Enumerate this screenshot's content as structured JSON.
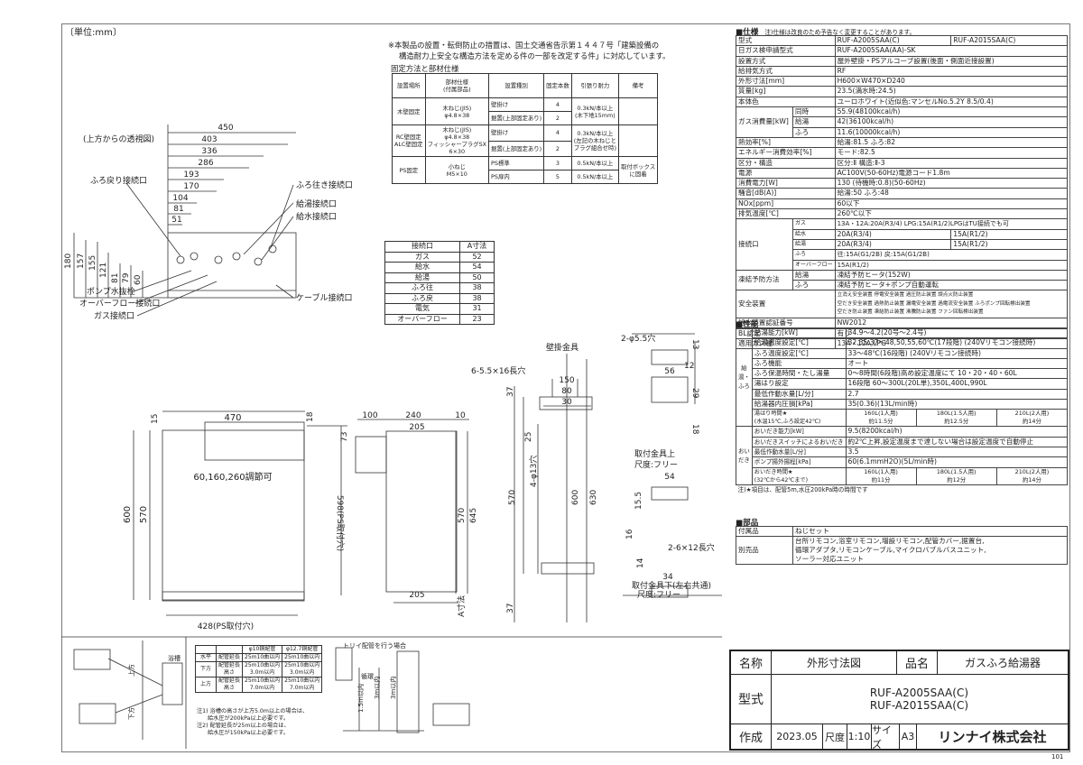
{
  "unit_label": "〔単位:mm〕",
  "page_number": "101",
  "top_notice": {
    "lines": [
      "※本製品の設置・転倒防止の措置は、国土交通省告示第１４４７号「建築設備の",
      "構造耐力上安全な構造方法を定める件の一部を改定する件」に対応しています。"
    ],
    "fixing_title": "固定方法と部材仕様"
  },
  "fixing_table": {
    "headers": [
      "設置場所",
      "部材仕様\n(付属部品)",
      "設置種別",
      "固定本数",
      "引張り耐力",
      "備考"
    ],
    "rows": [
      [
        "木壁固定",
        "木ねじ(JIS)\nφ4.8×38",
        "壁掛け",
        "4",
        "0.3kN/本以上\n(木下地15mm)",
        ""
      ],
      [
        "",
        "",
        "据置(上部固定あり)",
        "2",
        "",
        ""
      ],
      [
        "RC壁固定\nALC壁固定",
        "木ねじ(JIS)\nφ4.8×38\nフィッシャープラグSX\n6×30",
        "壁掛け",
        "4",
        "0.3kN/本以上\n(左記の木ねじと\nプラグ組合せ時)",
        ""
      ],
      [
        "",
        "",
        "据置(上部固定あり)",
        "2",
        "",
        ""
      ],
      [
        "PS固定",
        "小ねじ\nM5×10",
        "PS標準",
        "3",
        "0.5kN/本以上",
        "取付ボックス\nに固着"
      ],
      [
        "",
        "",
        "PS扉内",
        "5",
        "0.5kN/本以上",
        ""
      ]
    ]
  },
  "a_dim_table": {
    "headers": [
      "接続口",
      "A寸法"
    ],
    "rows": [
      [
        "ガス",
        "52"
      ],
      [
        "給水",
        "54"
      ],
      [
        "給湯",
        "50"
      ],
      [
        "ふろ往",
        "38"
      ],
      [
        "ふろ戻",
        "38"
      ],
      [
        "電気",
        "31"
      ],
      [
        "オーバーフロー",
        "23"
      ]
    ]
  },
  "top_view": {
    "title": "(上方からの透視図)",
    "widths": [
      "450",
      "403",
      "336",
      "286",
      "193",
      "170",
      "104",
      "81",
      "51"
    ],
    "heights": [
      "180",
      "157",
      "155",
      "121",
      "81",
      "79",
      "60"
    ],
    "labels_left": [
      "ふろ戻り接続口",
      "ポンプ水抜栓",
      "オーバーフロー接続口",
      "ガス接続口"
    ],
    "labels_right": [
      "ふろ往き接続口",
      "給湯接続口",
      "給水接続口",
      "ケーブル接続口"
    ]
  },
  "front_view": {
    "width_top": "470",
    "left_dim": "15",
    "right_dim": "18",
    "h600": "600",
    "h570": "570",
    "h598": "598(PS取付穴)",
    "adjust": "60,160,260調節可",
    "bottom": "428(PS取付穴)"
  },
  "side_view": {
    "d100": "100",
    "d240": "240",
    "d10": "10",
    "d205": "205",
    "d73": "73",
    "d645": "645",
    "d570": "570",
    "d205b": "205",
    "a_dim": "A寸法"
  },
  "bracket": {
    "title": "壁掛金具",
    "holes": "6-5.5×16長穴",
    "d150": "150",
    "d80": "80",
    "d30": "30",
    "d37": "37",
    "d25": "25",
    "d4phi": "4-φ13穴",
    "d570": "570",
    "d600": "600",
    "d630": "630",
    "d37b": "37",
    "top_label": "取付金具上",
    "top_sub": "尺度:フリー",
    "bottom_label": "取付金具下(左右共通)",
    "bottom_sub": "尺度:フリー",
    "h1": "2-φ5.5穴",
    "d56": "56",
    "d13": "13",
    "d12": "12",
    "d18": "18",
    "d29": "29",
    "d54": "54",
    "d15": "15.5",
    "h2": "2-6×12長穴",
    "d34": "34",
    "d16": "16",
    "d14": "14"
  },
  "pipe_section": {
    "title": "トリイ配管を行う場合",
    "headers": [
      "",
      "",
      "φ10銅配管",
      "φ12.7銅配管"
    ],
    "rows": [
      [
        "水平",
        "配管延長",
        "25m10曲以内",
        "25m10曲以内"
      ],
      [
        "下方",
        "配管延長\n高さ",
        "25m10曲以内\n3.0m以内",
        "25m10曲以内\n3.0m以内"
      ],
      [
        "上方",
        "配管延長\n高さ",
        "25m10曲以内\n7.0m以内",
        "25m10曲以内\n7.0m以内"
      ]
    ],
    "notes": [
      "注1) 浴槽の高さが上方5.0m以上の場合は、",
      "給水圧が200kPa以上必要です。",
      "注2) 配管延長が25m以上の場合は、",
      "給水圧が150kPa以上必要です。"
    ],
    "labels": [
      "浴槽",
      "上方",
      "下方",
      "循環",
      "1.5m以内",
      "3m以内",
      "3m以内"
    ]
  },
  "spec": {
    "title": "■仕様",
    "note": "注)仕様は改良のため予告なく変更することがあります。",
    "model_row": {
      "label": "型式",
      "a": "RUF-A2005SAA(C)",
      "b": "RUF-A2015SAA(C)"
    },
    "rows": [
      [
        "日ガス検申請型式",
        "RUF-A2005SAA(AA)-SK"
      ],
      [
        "設置方式",
        "屋外壁掛・PSアルコーブ設置(後面・側面近接設置)"
      ],
      [
        "給排気方式",
        "RF"
      ],
      [
        "外形寸法[mm]",
        "H600×W470×D240"
      ],
      [
        "質量[kg]",
        "23.5(満水時:24.5)"
      ],
      [
        "本体色",
        "ユーロホワイト(近似色:マンセルNo.5.2Y 8.5/0.4)"
      ]
    ],
    "gas": {
      "label": "ガス消費量[kW]",
      "rows": [
        [
          "同時",
          "55.9(48100kcal/h)"
        ],
        [
          "給湯",
          "42(36100kcal/h)"
        ],
        [
          "ふろ",
          "11.6(10000kcal/h)"
        ]
      ]
    },
    "rows2": [
      [
        "熱効率[%]",
        "給湯:81.5 ふろ:82"
      ],
      [
        "エネルギー消費効率[%]",
        "モード:82.5"
      ],
      [
        "区分・構造",
        "区分:Ⅱ 構造:Ⅱ-3"
      ],
      [
        "電源",
        "AC100V(50-60Hz)電源コード1.8m"
      ],
      [
        "消費電力[W]",
        "130 (待機時:0.8)(50-60Hz)"
      ],
      [
        "騒音[dB(A)]",
        "給湯:50 ふろ:48"
      ],
      [
        "NOx[ppm]",
        "60以下"
      ],
      [
        "排気温度[℃]",
        "260℃以下"
      ]
    ],
    "conn": {
      "label": "接続口",
      "rows": [
        [
          "ガス",
          "13A・12A:20A(R3/4) LPG:15A(R1/2)LPGはTU接続でも可",
          ""
        ],
        [
          "給水",
          "20A(R3/4)",
          "15A(R1/2)"
        ],
        [
          "給湯",
          "20A(R3/4)",
          "15A(R1/2)"
        ],
        [
          "ふろ",
          "往:15A(G1/2B) 戻:15A(G1/2B)",
          ""
        ],
        [
          "オーバーフロー",
          "15A(R1/2)",
          ""
        ]
      ]
    },
    "freeze": {
      "label": "凍結予防方法",
      "rows": [
        [
          "給湯",
          "凍結予防ヒータ(152W)"
        ],
        [
          "ふろ",
          "凍結予防ヒータ+ポンプ自動運転"
        ]
      ]
    },
    "safety": {
      "label": "安全装置",
      "lines": [
        "立消え安全装置 停電安全装置 過圧防止装置 誤点火防止装置",
        "空だき安全装置 過熱防止装置 漏電安全装置 過電流安全装置  ふろポンプ回転検出装置",
        "空だき防止装置 凍結防止装置 沸騰防止装置 ファン回転検出装置"
      ]
    },
    "rows3": [
      [
        "給水装置認証番号",
        "NW2012"
      ],
      [
        "BL認定",
        "有り"
      ],
      [
        "適用ガス種",
        "13A・12A,LPG"
      ]
    ]
  },
  "perf": {
    "title": "■性能",
    "side_label": "給湯・ふろ",
    "rows": [
      [
        "給湯能力[kW]",
        "34.9～4.2(20号～2.4号)"
      ],
      [
        "給湯温度設定[℃]",
        "32,35,37～48,50,55,60℃(17段階)  (240Vリモコン接続時)"
      ],
      [
        "ふろ温度設定[℃]",
        "33～48℃(16段階)   (240Vリモコン接続時)"
      ],
      [
        "ふろ機能",
        "オート"
      ],
      [
        "ふろ保温時間・たし湯量",
        "0～8時間(6段階)高め設定温度にて  10・20・40・60L"
      ],
      [
        "湯はり設定",
        "16段階 60～300L(20L単),350L,400L,990L"
      ],
      [
        "最低作動水量[L/分]",
        "2.7"
      ],
      [
        "給湯器内圧損[kPa]",
        "35(0.36)(13L/min時)"
      ]
    ],
    "fill": {
      "label": "湯はり時間★",
      "sub": "(水温15℃,ふろ設定42℃)",
      "cols": [
        "160L(1人用)",
        "180L(1.5人用)",
        "210L(2人用)"
      ],
      "vals": [
        "約11.5分",
        "約12.5分",
        "約14分"
      ]
    },
    "oidaki_side": "おいだき",
    "oidaki": [
      [
        "おいだき能力[kW]",
        "9.5(8200kcal/h)"
      ],
      [
        "おいだきスイッチによるおいだき",
        "約2℃上昇,設定温度まで達しない場合は設定温度で自動停止"
      ],
      [
        "最低作動水量[L/分]",
        "3.5"
      ],
      [
        "ポンプ揚外揚程[kPa]",
        "60(6.1mmH2O)(5L/min時)"
      ]
    ],
    "oidaki_time": {
      "label": "おいだき時間★",
      "sub": "(32℃から42℃まで)",
      "cols": [
        "160L(1人用)",
        "180L(1.5人用)",
        "210L(2人用)"
      ],
      "vals": [
        "約11分",
        "約12分",
        "約14分"
      ]
    },
    "note": "注)★項目は、配管5m,水圧200kPa時の時間です"
  },
  "parts": {
    "title": "■部品",
    "rows": [
      [
        "付属品",
        "ねじセット"
      ]
    ],
    "separate_label": "別売品",
    "separate": [
      "台所リモコン,浴室リモコン,増設リモコン,配管カバー,据置台,",
      "循環アダプタ,リモコンケーブル,マイクロバブルバスユニット,",
      "ソーラー対応ユニット"
    ]
  },
  "title_block": {
    "name_label": "名称",
    "name": "外形寸法図",
    "item_label": "品名",
    "item": "ガスふろ給湯器",
    "type_label": "型式",
    "type_lines": [
      "RUF-A2005SAA(C)",
      "RUF-A2015SAA(C)"
    ],
    "made_label": "作成",
    "date": "2023.05",
    "scale_label": "尺度",
    "scale": "1:10",
    "size_label": "サイズ",
    "size": "A3",
    "company": "リンナイ株式会社"
  }
}
